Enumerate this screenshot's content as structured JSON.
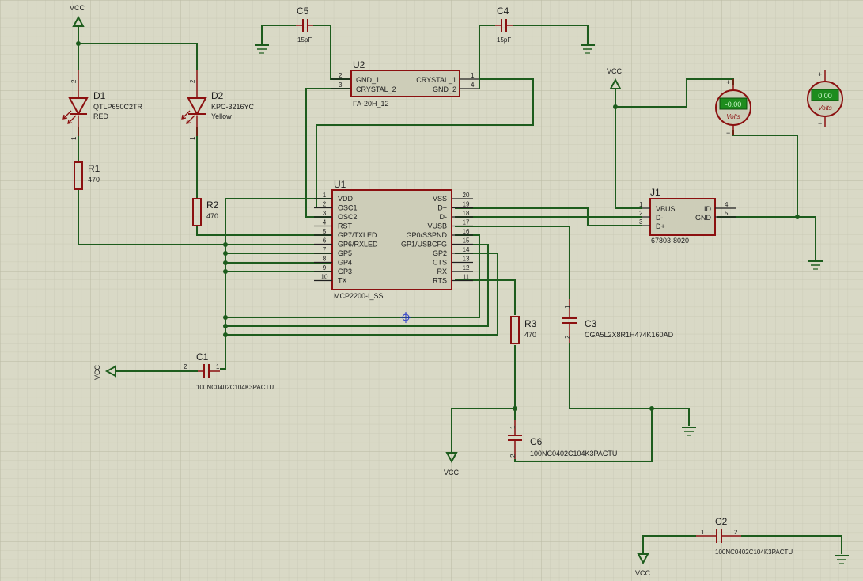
{
  "colors": {
    "background": "#d9d9c6",
    "grid_minor": "#c8c8b4",
    "grid_major": "#bcbca6",
    "wire": "#1d5c1d",
    "component": "#8b1010",
    "ic_fill": "#cdcdb8",
    "pin_text": "#202020",
    "meter_green": "#1e8c1e"
  },
  "power": {
    "vcc": "VCC"
  },
  "components": {
    "d1": {
      "ref": "D1",
      "part": "QTLP650C2TR",
      "value": "RED",
      "pin_top": "2",
      "pin_bottom": "1"
    },
    "d2": {
      "ref": "D2",
      "part": "KPC-3216YC",
      "value": "Yellow",
      "pin_top": "2",
      "pin_bottom": "1"
    },
    "r1": {
      "ref": "R1",
      "value": "470"
    },
    "r2": {
      "ref": "R2",
      "value": "470"
    },
    "r3": {
      "ref": "R3",
      "value": "470"
    },
    "c1": {
      "ref": "C1",
      "value": "100NC0402C104K3PACTU",
      "pin_a": "2",
      "pin_b": "1"
    },
    "c2": {
      "ref": "C2",
      "value": "100NC0402C104K3PACTU",
      "pin_a": "1",
      "pin_b": "2"
    },
    "c3": {
      "ref": "C3",
      "value": "CGA5L2X8R1H474K160AD",
      "pin_a": "1",
      "pin_b": "2"
    },
    "c4": {
      "ref": "C4",
      "value": "15pF"
    },
    "c5": {
      "ref": "C5",
      "value": "15pF"
    },
    "c6": {
      "ref": "C6",
      "value": "100NC0402C104K3PACTU",
      "pin_a": "1",
      "pin_b": "2"
    },
    "u2": {
      "ref": "U2",
      "part": "FA-20H_12",
      "left_pins": [
        {
          "num": "2",
          "name": "GND_1"
        },
        {
          "num": "3",
          "name": "CRYSTAL_2"
        }
      ],
      "right_pins": [
        {
          "num": "1",
          "name": "CRYSTAL_1"
        },
        {
          "num": "4",
          "name": "GND_2"
        }
      ]
    },
    "u1": {
      "ref": "U1",
      "part": "MCP2200-I_SS",
      "left_pins": [
        {
          "num": "1",
          "name": "VDD"
        },
        {
          "num": "2",
          "name": "OSC1"
        },
        {
          "num": "3",
          "name": "OSC2"
        },
        {
          "num": "4",
          "name": "RST"
        },
        {
          "num": "5",
          "name": "GP7/TXLED"
        },
        {
          "num": "6",
          "name": "GP6/RXLED"
        },
        {
          "num": "7",
          "name": "GP5"
        },
        {
          "num": "8",
          "name": "GP4"
        },
        {
          "num": "9",
          "name": "GP3"
        },
        {
          "num": "10",
          "name": "TX"
        }
      ],
      "right_pins": [
        {
          "num": "20",
          "name": "VSS"
        },
        {
          "num": "19",
          "name": "D+"
        },
        {
          "num": "18",
          "name": "D-"
        },
        {
          "num": "17",
          "name": "VUSB"
        },
        {
          "num": "16",
          "name": "GP0/SSPND"
        },
        {
          "num": "15",
          "name": "GP1/USBCFG"
        },
        {
          "num": "14",
          "name": "GP2"
        },
        {
          "num": "13",
          "name": "CTS"
        },
        {
          "num": "12",
          "name": "RX"
        },
        {
          "num": "11",
          "name": "RTS"
        }
      ]
    },
    "j1": {
      "ref": "J1",
      "part": "67803-8020",
      "left_pins": [
        {
          "num": "1",
          "name": "VBUS"
        },
        {
          "num": "2",
          "name": "D-"
        },
        {
          "num": "3",
          "name": "D+"
        }
      ],
      "right_pins": [
        {
          "num": "4",
          "name": "ID"
        },
        {
          "num": "5",
          "name": "GND"
        }
      ]
    },
    "voltmeter1": {
      "display": "-0.00",
      "unit": "Volts",
      "plus": "+",
      "minus": "−"
    },
    "voltmeter2": {
      "display": "0.00",
      "unit": "Volts",
      "plus": "+",
      "minus": "−"
    }
  }
}
